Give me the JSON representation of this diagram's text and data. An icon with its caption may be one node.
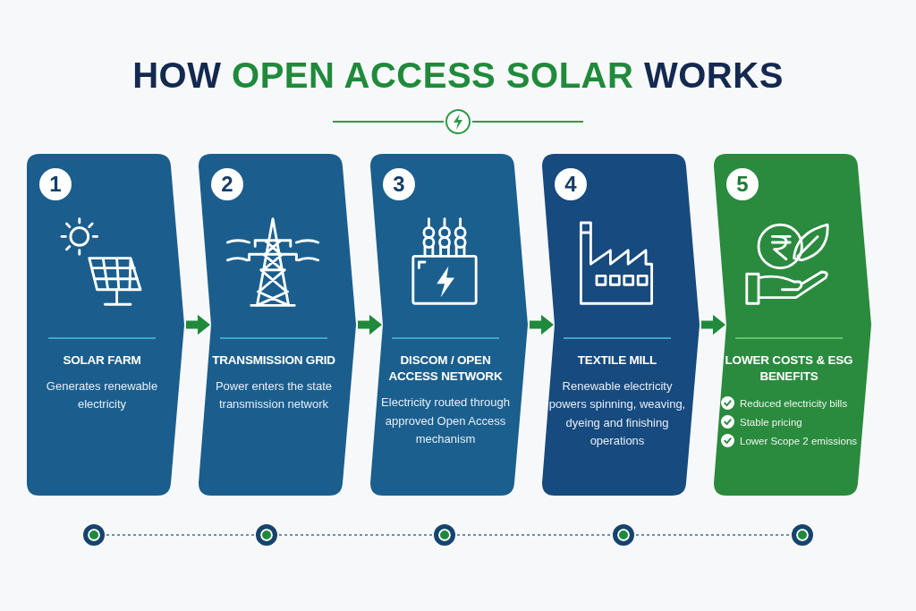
{
  "diagram": {
    "title": "HOW OPEN ACCESS SOLAR WORKS",
    "nodes": [
      {
        "text": [
          "SOLAR FARM",
          "Generates renewable electricity"
        ]
      },
      {
        "text": [
          "1"
        ],
        "in": 0
      },
      {
        "text": [
          "TRANSMISSION GRID",
          "Power enters the state transmission network"
        ]
      },
      {
        "text": [
          "2"
        ],
        "in": 2
      },
      {
        "text": [
          "DISCOM / OPEN ACCESS NETWORK",
          "Electricity routed through approved Open Access mechanism"
        ]
      },
      {
        "text": [
          "3"
        ],
        "in": 4
      },
      {
        "text": [
          "TEXTILE MILL",
          "Renewable electricity powers spinning, weaving, dyeing and finishing operations"
        ]
      },
      {
        "text": [
          "4"
        ],
        "in": 6
      },
      {
        "text": [
          "LOWER COSTS & ESG BENEFITS",
          "Reduced electricity bills",
          "Stable pricing",
          "Lower Scope 2 emissions"
        ]
      },
      {
        "text": [
          "5"
        ],
        "in": 8
      },
      {
        "text": [],
        "shape": "circle"
      },
      {
        "text": [],
        "shape": "circle"
      },
      {
        "text": [],
        "shape": "circle"
      },
      {
        "text": [],
        "shape": "circle"
      },
      {
        "text": [],
        "shape": "circle"
      }
    ],
    "edges": [
      {
        "from": 0,
        "to": 2,
        "arrow": "to",
        "style": "thick"
      },
      {
        "from": 2,
        "to": 4,
        "arrow": "to",
        "style": "thick"
      },
      {
        "from": 4,
        "to": 6,
        "arrow": "to",
        "style": "thick"
      },
      {
        "from": 6,
        "to": 8,
        "arrow": "to",
        "style": "thick"
      },
      {
        "from": 10,
        "to": 11,
        "arrow": "none",
        "style": "dashed",
        "color": "#3d6e9c"
      },
      {
        "from": 11,
        "to": 12,
        "arrow": "none",
        "style": "dashed",
        "color": "#3d6e9c"
      },
      {
        "from": 12,
        "to": 13,
        "arrow": "none",
        "style": "dashed",
        "color": "#3d6e9c"
      },
      {
        "from": 13,
        "to": 14,
        "arrow": "none",
        "style": "dashed",
        "color": "#3d6e9c"
      }
    ]
  }
}
